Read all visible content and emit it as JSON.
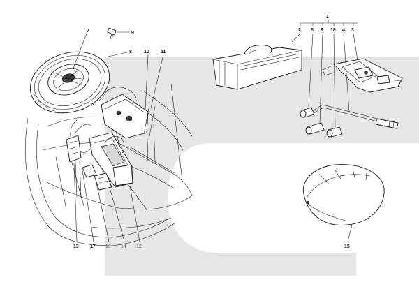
{
  "labels": {
    "l1": "1",
    "l2": "2",
    "l3": "3",
    "l4": "4",
    "l5": "5",
    "l6": "6",
    "l7": "7",
    "l8": "8",
    "l9": "9",
    "l10": "10",
    "l11": "11",
    "l12": "12",
    "l13": "13",
    "l14": "14",
    "l15": "15",
    "l16": "16",
    "l17": "17",
    "l18": "18"
  },
  "colors": {
    "watermark": "#e6e6e6",
    "line": "#1a1a1a",
    "grey_label": "#8a8a8a"
  }
}
